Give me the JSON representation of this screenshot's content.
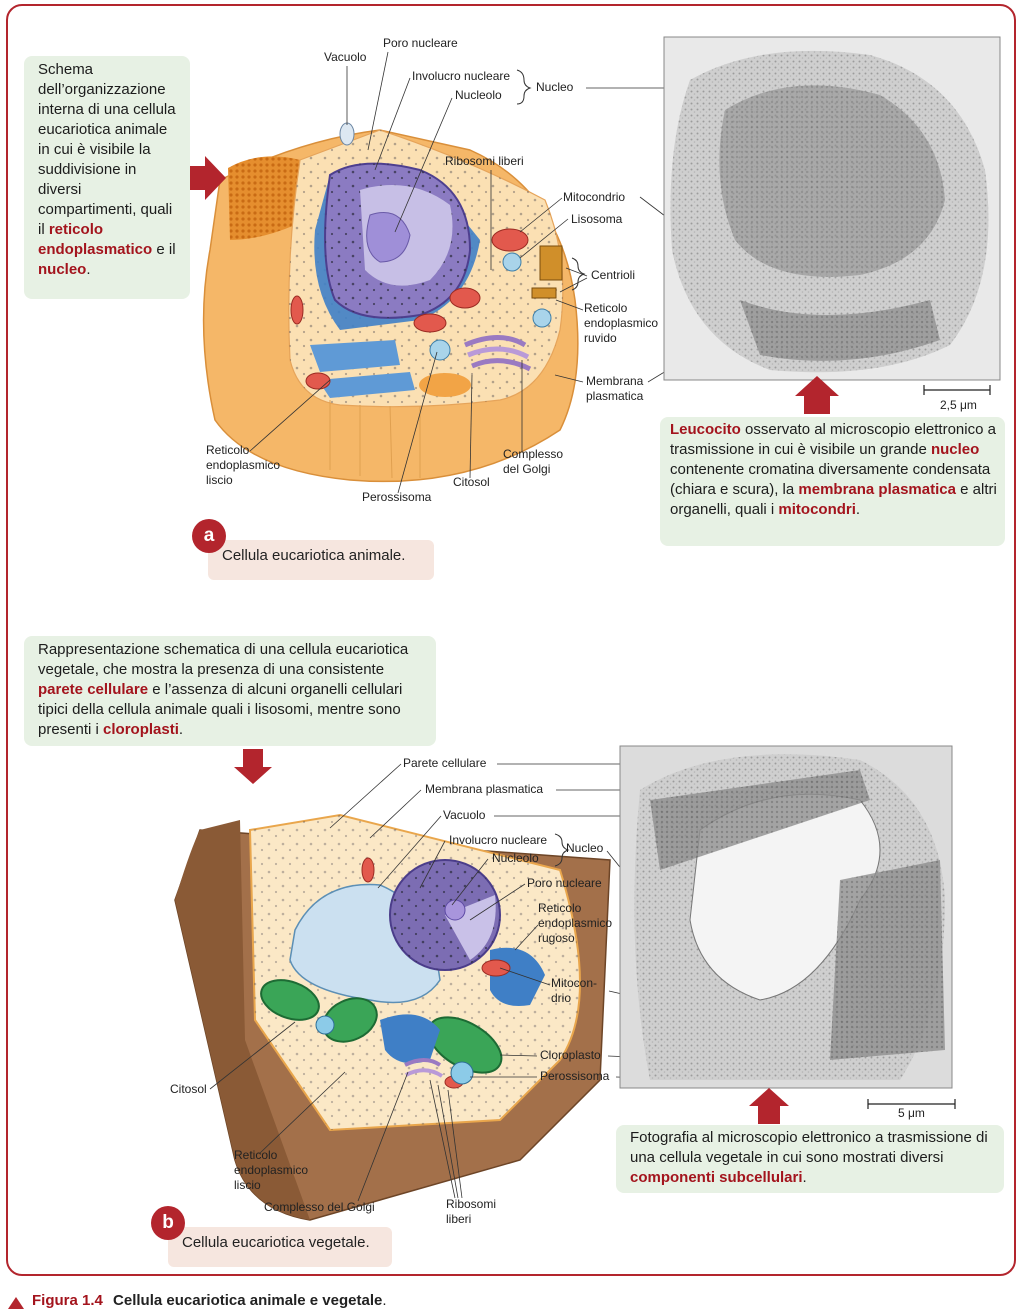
{
  "panel_a": {
    "badge": "a",
    "caption": "Cellula eucariotica animale.",
    "note_left": {
      "segments": [
        {
          "text": "Schema dell’organizzazione interna di una cellula eucariotica animale in cui è visibile la suddivisione in diversi compartimenti, quali il ",
          "hl": false
        },
        {
          "text": "reticolo endoplasmatico",
          "hl": true
        },
        {
          "text": " e il ",
          "hl": false
        },
        {
          "text": "nucleo",
          "hl": true
        },
        {
          "text": ".",
          "hl": false
        }
      ]
    },
    "note_right": {
      "segments": [
        {
          "text": "Leucocito",
          "hl": true
        },
        {
          "text": " osservato al microscopio elettronico a trasmissione in cui è visibile un grande ",
          "hl": false
        },
        {
          "text": "nucleo",
          "hl": true
        },
        {
          "text": " contenente cromatina diversamente condensata (chiara e scura), la ",
          "hl": false
        },
        {
          "text": "membrana plasmatica",
          "hl": true
        },
        {
          "text": " e altri organelli, quali i ",
          "hl": false
        },
        {
          "text": "mitocondri",
          "hl": true
        },
        {
          "text": ".",
          "hl": false
        }
      ]
    },
    "labels": {
      "vacuolo": "Vacuolo",
      "poro_nucleare": "Poro nucleare",
      "involucro_nucleare": "Involucro nucleare",
      "nucleolo": "Nucleolo",
      "nucleo": "Nucleo",
      "ribosomi_liberi": "Ribosomi liberi",
      "mitocondrio": "Mitocondrio",
      "lisosoma": "Lisosoma",
      "centrioli": "Centrioli",
      "rer_1": "Reticolo",
      "rer_2": "endoplasmico",
      "rer_3": "ruvido",
      "membrana_1": "Membrana",
      "membrana_2": "plasmatica",
      "golgi_1": "Complesso",
      "golgi_2": "del Golgi",
      "citosol": "Citosol",
      "perossisoma": "Perossisoma",
      "ser_1": "Reticolo",
      "ser_2": "endoplasmico",
      "ser_3": "liscio"
    },
    "scale_bar": "2,5 μm"
  },
  "panel_b": {
    "badge": "b",
    "caption": "Cellula eucariotica vegetale.",
    "note_top": {
      "segments": [
        {
          "text": "Rappresentazione schematica di una cellula eucariotica vegetale, che mostra la presenza di una consistente ",
          "hl": false
        },
        {
          "text": "parete cellulare",
          "hl": true
        },
        {
          "text": " e l’assenza di alcuni organelli cellulari tipici della cellula animale quali i lisosomi, mentre sono presenti i ",
          "hl": false
        },
        {
          "text": "cloroplasti",
          "hl": true
        },
        {
          "text": ".",
          "hl": false
        }
      ]
    },
    "note_bottom": {
      "segments": [
        {
          "text": "Fotografia al microscopio elettronico a trasmissione di una cellula vegetale in cui sono mostrati diversi ",
          "hl": false
        },
        {
          "text": "componenti subcellulari",
          "hl": true
        },
        {
          "text": ".",
          "hl": false
        }
      ]
    },
    "labels": {
      "parete_cellulare": "Parete cellulare",
      "membrana_plasmatica": "Membrana plasmatica",
      "vacuolo": "Vacuolo",
      "involucro_nucleare": "Involucro nucleare",
      "nucleolo": "Nucleolo",
      "nucleo": "Nucleo",
      "poro_nucleare": "Poro nucleare",
      "rer_1": "Reticolo",
      "rer_2": "endoplasmico",
      "rer_3": "rugoso",
      "mito_1": "Mitocon-",
      "mito_2": "drio",
      "cloroplasto": "Cloroplasto",
      "perossisoma": "Perossisoma",
      "citosol": "Citosol",
      "ser_1": "Reticolo",
      "ser_2": "endoplasmico",
      "ser_3": "liscio",
      "golgi": "Complesso del Golgi",
      "ribosomi_1": "Ribosomi",
      "ribosomi_2": "liberi"
    },
    "scale_bar": "5 μm"
  },
  "figure_caption": {
    "number": "Figura 1.4",
    "title": "Cellula eucariotica animale e vegetale",
    "period": "."
  },
  "colors": {
    "accent": "#b3252d",
    "note_bg": "#e7f1e4",
    "caption_bg": "#f6e6df"
  }
}
